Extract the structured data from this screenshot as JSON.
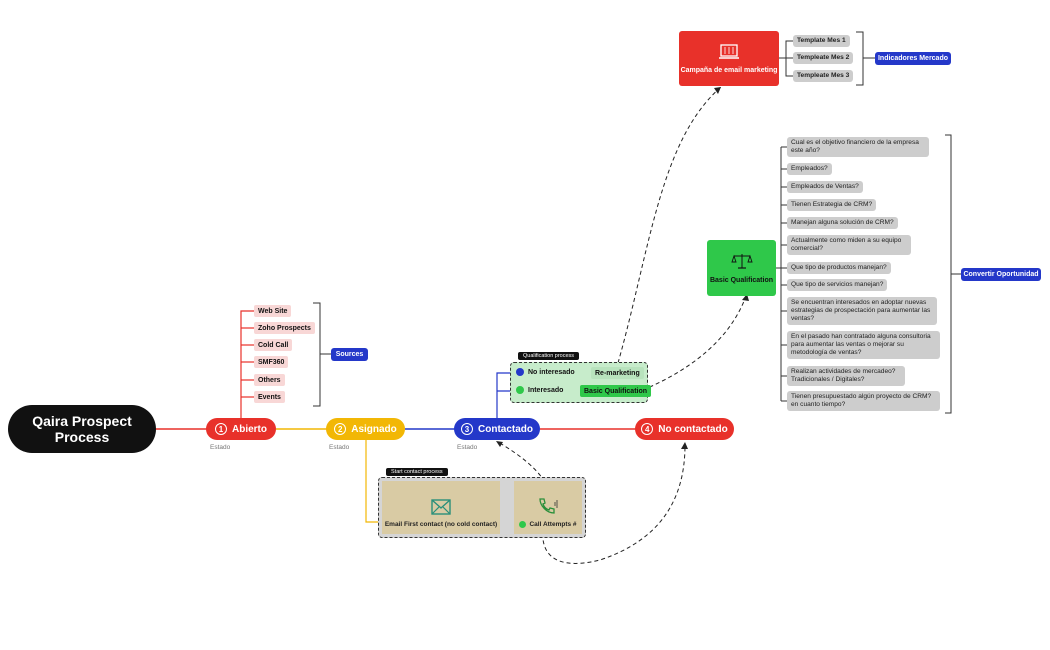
{
  "root": {
    "line1": "Qaira Prospect",
    "line2": "Process"
  },
  "stages": [
    {
      "num": "1",
      "label": "Abierto",
      "color": "#e8312a",
      "estado": "Estado"
    },
    {
      "num": "2",
      "label": "Asignado",
      "color": "#f2b705",
      "estado": "Estado"
    },
    {
      "num": "3",
      "label": "Contactado",
      "color": "#2438c9",
      "estado": "Estado"
    },
    {
      "num": "4",
      "label": "No contactado",
      "color": "#e8312a"
    }
  ],
  "sources": {
    "items": [
      "Web Site",
      "Zoho Prospects",
      "Cold Call",
      "SMF360",
      "Others",
      "Events"
    ],
    "summary": "Sources"
  },
  "qualification": {
    "tag": "Qualification process",
    "no_interesado": "No interesado",
    "remarketing": "Re-marketing",
    "interesado": "Interesado",
    "basic": "Basic Qualification"
  },
  "contact_process": {
    "tag": "Start contact process",
    "email": "Email First contact (no cold contact)",
    "calls": "Call Attempts #"
  },
  "campaign": {
    "label": "Campaña de email marketing",
    "templates": [
      "Template Mes 1",
      "Templeate  Mes 2",
      "Templeate Mes 3"
    ],
    "summary": "Indicadores Mercado"
  },
  "basic_qualification": {
    "label": "Basic Qualification",
    "questions": [
      "Cual es el objetivo financiero de la empresa este año?",
      "Empleados?",
      "Empleados de Ventas?",
      "Tienen Estrategia de CRM?",
      "Manejan alguna solución de CRM?",
      "Actualmente como miden a su equipo comercial?",
      "Que tipo de productos manejan?",
      "Que tipo de servicios manejan?",
      "Se encuentran interesados en adoptar nuevas estrategias de prospectación para aumentar las ventas?",
      "En el pasado han contratado alguna consultoria para aumentar las ventas o mejorar su metodología de ventas?",
      "Realizan actividades de mercadeo? Tradicionales / Digitales?",
      "Tienen presupuestado algún proyecto de CRM? en cuanto tiempo?"
    ],
    "summary": "Convertir Oportunidad"
  },
  "colors": {
    "red": "#e8312a",
    "yellow": "#f2b705",
    "blue": "#2438c9",
    "green": "#2fc84a",
    "tan": "#d9cba4"
  }
}
